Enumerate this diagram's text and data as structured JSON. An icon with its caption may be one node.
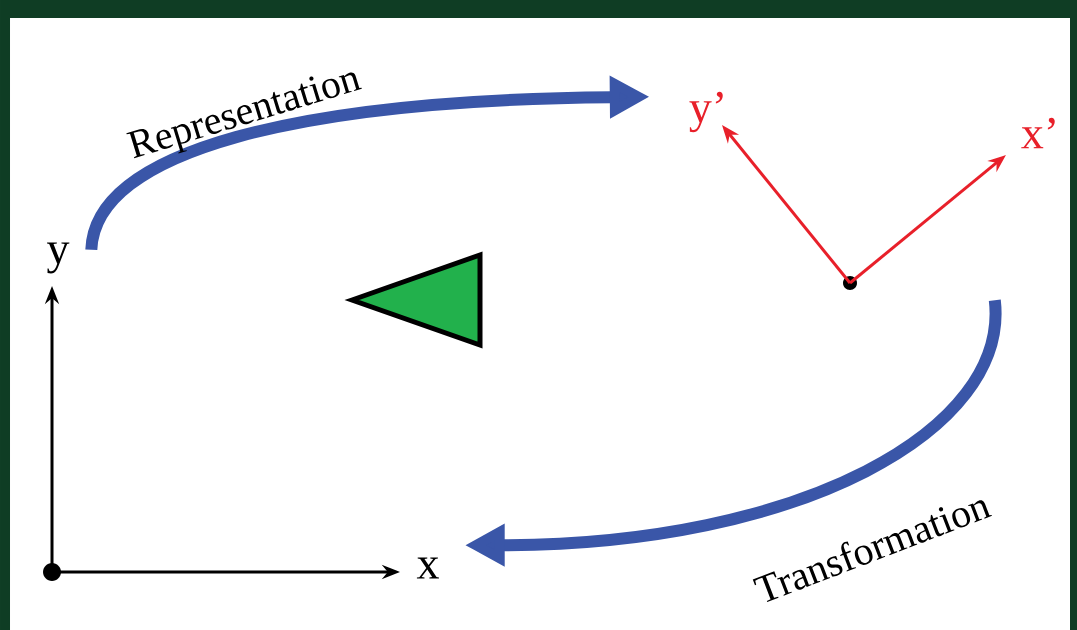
{
  "diagram": {
    "nodes": [
      {
        "text": [],
        "shape": "picture",
        "beside": [
          "y",
          "x"
        ]
      },
      {
        "text": [],
        "shape": "triangle"
      },
      {
        "text": [],
        "shape": "picture",
        "beside": [
          "y’",
          "x’"
        ]
      }
    ],
    "edges": [
      {
        "from": 0,
        "to": 2,
        "arrow": "to",
        "label": "Representation"
      },
      {
        "from": 2,
        "to": 0,
        "arrow": "to",
        "label": "Transformation"
      }
    ]
  }
}
